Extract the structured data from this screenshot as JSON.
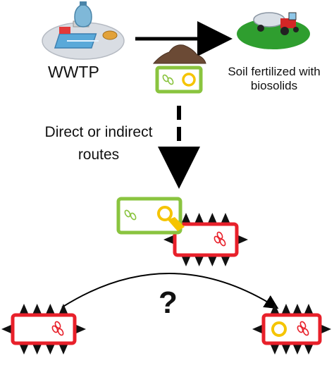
{
  "labels": {
    "wwtp": "WWTP",
    "soil_line1": "Soil fertilized with",
    "soil_line2": "biosolids",
    "routes_line1": "Direct or indirect",
    "routes_line2": "routes",
    "question": "?"
  },
  "colors": {
    "donor_cell": "#8ac43f",
    "recipient_cell": "#e8202a",
    "plasmid": "#f5c400",
    "arrow": "#000000",
    "grass": "#2f9e2f",
    "tractor": "#d32626",
    "manure": "#6b4a35"
  },
  "icons": [
    "wwtp-plant-icon",
    "tractor-field-icon",
    "biosolids-pile-icon",
    "plasmid-icon",
    "chromosome-icon",
    "mating-pilus-icon"
  ]
}
